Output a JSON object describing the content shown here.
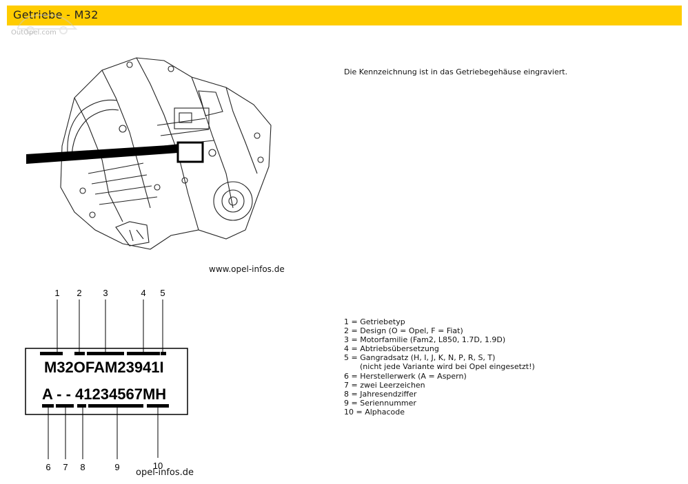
{
  "header": {
    "title": "Getriebe - M32"
  },
  "watermark": {
    "logo": "car-logo-watermark",
    "text": "OutOpel.com"
  },
  "figure": {
    "caption": "www.opel-infos.de"
  },
  "description": "Die Kennzeichnung ist in das Getriebegehäuse eingraviert.",
  "code": {
    "line1": "M32OFAM23941I",
    "line2": "A - - 41234567MH",
    "top_numbers": [
      "1",
      "2",
      "3",
      "4",
      "5"
    ],
    "bottom_numbers": [
      "6",
      "7",
      "8",
      "9",
      "10"
    ],
    "caption": "opel-infos.de"
  },
  "legend": [
    "1 = Getriebetyp",
    "2 = Design (O = Opel, F = Fiat)",
    "3 = Motorfamilie (Fam2, L850, 1.7D, 1.9D)",
    "4 = Abtriebsübersetzung",
    "5 = Gangradsatz (H, I, J, K, N, P, R, S, T)",
    "(nicht jede Variante wird bei Opel eingesetzt!)",
    "6 = Herstellerwerk (A = Aspern)",
    "7 = zwei Leerzeichen",
    "8 = Jahresendziffer",
    "9 = Seriennummer",
    "10 = Alphacode"
  ],
  "colors": {
    "header_bg": "#ffcc00"
  }
}
